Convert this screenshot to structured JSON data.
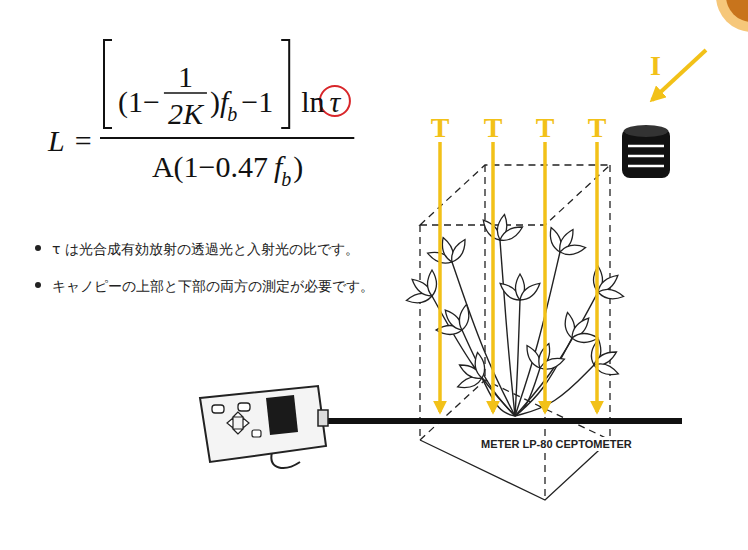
{
  "diagram": {
    "labels": [
      "L",
      "=",
      "(1−",
      "1",
      "2K",
      ")",
      "f",
      "b",
      "−1",
      "ln",
      "τ",
      "A(1−0.47",
      "f",
      "b",
      ")",
      "τ は光合成有効放射の透過光と入射光の比です。",
      "キャノピーの上部と下部の両方の測定が必要です。",
      "I",
      "T",
      "T",
      "T",
      "T",
      "METER LP-80 CEPTOMETER"
    ]
  }
}
